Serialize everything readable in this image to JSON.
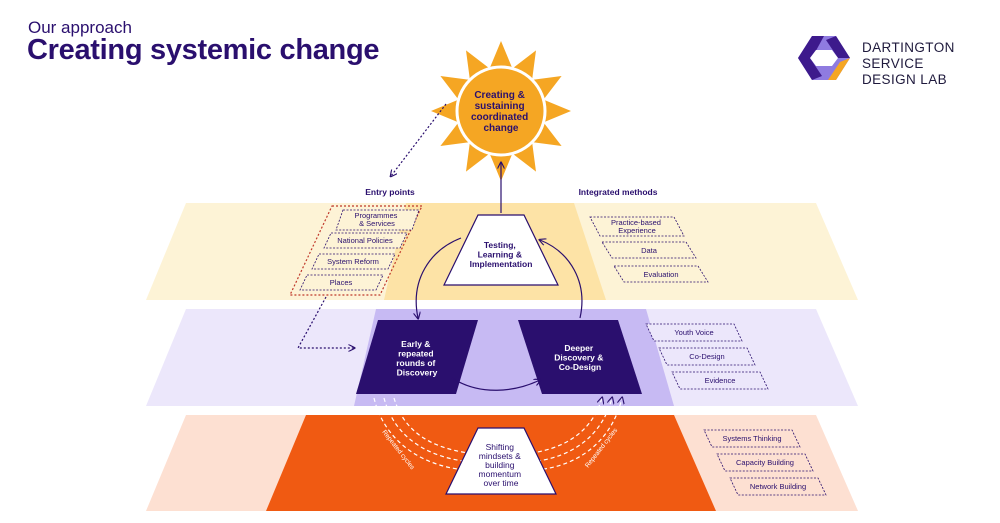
{
  "header": {
    "subtitle": "Our approach",
    "title": "Creating systemic change"
  },
  "brand": {
    "name_line1": "DARTINGTON",
    "name_line2": "SERVICE",
    "name_line3": "DESIGN LAB",
    "colors": {
      "purple": "#3d1a8c",
      "lavender": "#8f7be0",
      "orange": "#f5a623"
    }
  },
  "sun": {
    "lines": [
      "Creating &",
      "sustaining",
      "coordinated",
      "change"
    ]
  },
  "headings": {
    "entry_points": "Entry points",
    "integrated_methods": "Integrated methods"
  },
  "entry_points": [
    "Programmes",
    "& Services",
    "National Policies",
    "System Reform",
    "Places"
  ],
  "integrated_methods": [
    "Practice-based",
    "Experience",
    "Data",
    "Evaluation"
  ],
  "middle_methods": [
    "Youth Voice",
    "Co-Design",
    "Evidence"
  ],
  "bottom_methods": [
    "Systems Thinking",
    "Capacity Building",
    "Network Building"
  ],
  "stages": {
    "testing": [
      "Testing,",
      "Learning &",
      "Implementation"
    ],
    "early": [
      "Early &",
      "repeated",
      "rounds of",
      "Discovery"
    ],
    "deeper": [
      "Deeper",
      "Discovery &",
      "Co-Design"
    ],
    "shifting": [
      "Shifting",
      "mindsets &",
      "building",
      "momentum",
      "over time"
    ]
  },
  "cycles": {
    "left": "Repeated cycles",
    "right": "Repeated cycles"
  },
  "colors": {
    "top_layer": "#fdf3d6",
    "top_center": "#fde3a6",
    "middle_layer": "#ece7fb",
    "middle_center": "#c7baf3",
    "bottom_layer": "#fde0d2",
    "bottom_center": "#f05a12",
    "dark_purple": "#2a0f6e",
    "sun": "#f5a623"
  }
}
